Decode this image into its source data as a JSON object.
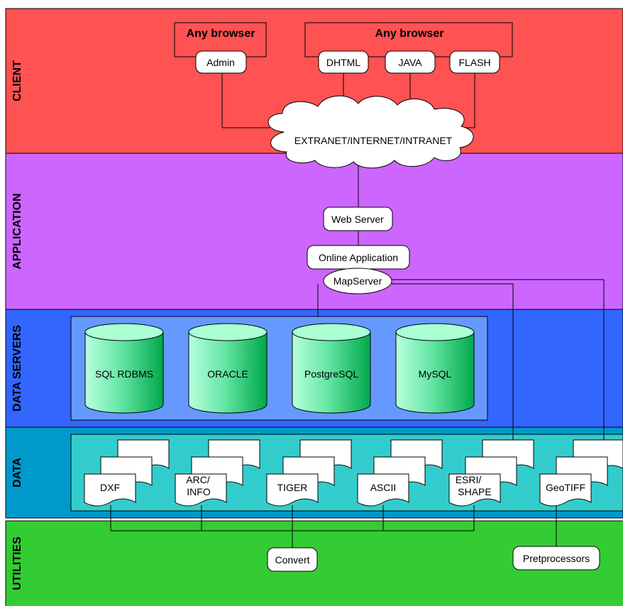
{
  "layers": {
    "client": "CLIENT",
    "application": "APPLICATION",
    "data_servers": "DATA SERVERS",
    "data": "DATA",
    "utilities": "UTILITIES"
  },
  "client": {
    "browser_group_1_title": "Any browser",
    "browser_group_2_title": "Any browser",
    "admin": "Admin",
    "dhtml": "DHTML",
    "java": "JAVA",
    "flash": "FLASH",
    "network": "EXTRANET/INTERNET/INTRANET"
  },
  "application": {
    "web_server": "Web Server",
    "online_application": "Online Application",
    "mapserver": "MapServer"
  },
  "data_servers": {
    "databases": [
      "SQL RDBMS",
      "ORACLE",
      "PostgreSQL",
      "MySQL"
    ]
  },
  "data": {
    "formats": [
      {
        "line1": "DXF",
        "line2": ""
      },
      {
        "line1": "ARC/",
        "line2": "INFO"
      },
      {
        "line1": "TIGER",
        "line2": ""
      },
      {
        "line1": "ASCII",
        "line2": ""
      },
      {
        "line1": "ESRI/",
        "line2": "SHAPE"
      },
      {
        "line1": "GeoTIFF",
        "line2": ""
      }
    ]
  },
  "utilities": {
    "convert": "Convert",
    "preprocessors": "Pretprocessors"
  },
  "colors": {
    "client_bg": "#ff5252",
    "application_bg": "#cc66ff",
    "data_servers_bg": "#3366ff",
    "data_servers_inner": "#6699ff",
    "data_bg": "#0099cc",
    "data_inner": "#33cccc",
    "utilities_bg": "#33cc33",
    "cylinder_light": "#99ffcc",
    "cylinder_dark": "#00b050"
  }
}
